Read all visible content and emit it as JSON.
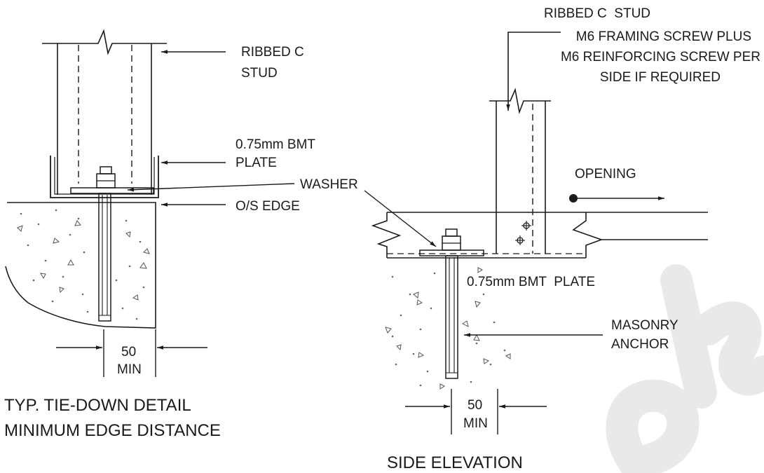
{
  "left_detail": {
    "stud_label_line1": "RIBBED C",
    "stud_label_line2": "STUD",
    "plate_label_line1": "0.75mm BMT",
    "plate_label_line2": "PLATE",
    "washer_label": "WASHER",
    "edge_label": "O/S EDGE",
    "dim_value": "50",
    "dim_unit": "MIN",
    "title_line1": "TYP. TIE-DOWN DETAIL",
    "title_line2": "MINIMUM EDGE DISTANCE"
  },
  "right_detail": {
    "stud_label": "RIBBED C  STUD",
    "screw_label_line1": "M6 FRAMING SCREW PLUS",
    "screw_label_line2": "M6 REINFORCING SCREW PER",
    "screw_label_line3": "SIDE IF REQUIRED",
    "opening_label": "OPENING",
    "plate_label": "0.75mm BMT  PLATE",
    "anchor_label_line1": "MASONRY",
    "anchor_label_line2": "ANCHOR",
    "dim_value": "50",
    "dim_unit": "MIN",
    "title": "SIDE ELEVATION"
  }
}
